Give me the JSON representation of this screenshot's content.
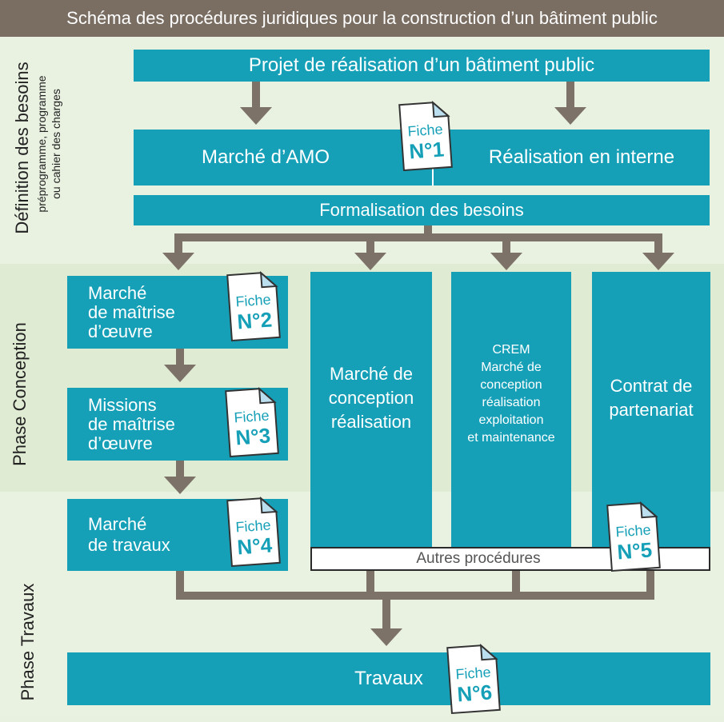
{
  "title": "Schéma des procédures juridiques pour la construction d’un bâtiment public",
  "phases": {
    "definition": {
      "label": "Définition des besoins",
      "sub1": "préprogramme, programme",
      "sub2": "ou cahier des charges"
    },
    "conception": {
      "label": "Phase Conception"
    },
    "travaux": {
      "label": "Phase Travaux"
    }
  },
  "boxes": {
    "projet": "Projet de réalisation d’un bâtiment public",
    "amo": "Marché d’AMO",
    "interne": "Réalisation en interne",
    "formalisation": "Formalisation des besoins",
    "maitrise_oeuvre": {
      "l1": "Marché",
      "l2": "de maîtrise",
      "l3": "d’œuvre"
    },
    "missions": {
      "l1": "Missions",
      "l2": "de maîtrise",
      "l3": "d’œuvre"
    },
    "travaux_marche": {
      "l1": "Marché",
      "l2": "de travaux"
    },
    "conception_realisation": {
      "l1": "Marché de",
      "l2": "conception",
      "l3": "réalisation"
    },
    "crem": {
      "l1": "CREM",
      "l2": "Marché de",
      "l3": "conception",
      "l4": "réalisation",
      "l5": "exploitation",
      "l6": "et maintenance"
    },
    "partenariat": {
      "l1": "Contrat de",
      "l2": "partenariat"
    },
    "autres": "Autres procédures",
    "travaux": "Travaux"
  },
  "fiches": {
    "word": "Fiche",
    "n1": "N°1",
    "n2": "N°2",
    "n3": "N°3",
    "n4": "N°4",
    "n5": "N°5",
    "n6": "N°6"
  },
  "colors": {
    "box": "#16a0b8",
    "arrow": "#7c7268",
    "title_bg": "#7a6e63"
  }
}
